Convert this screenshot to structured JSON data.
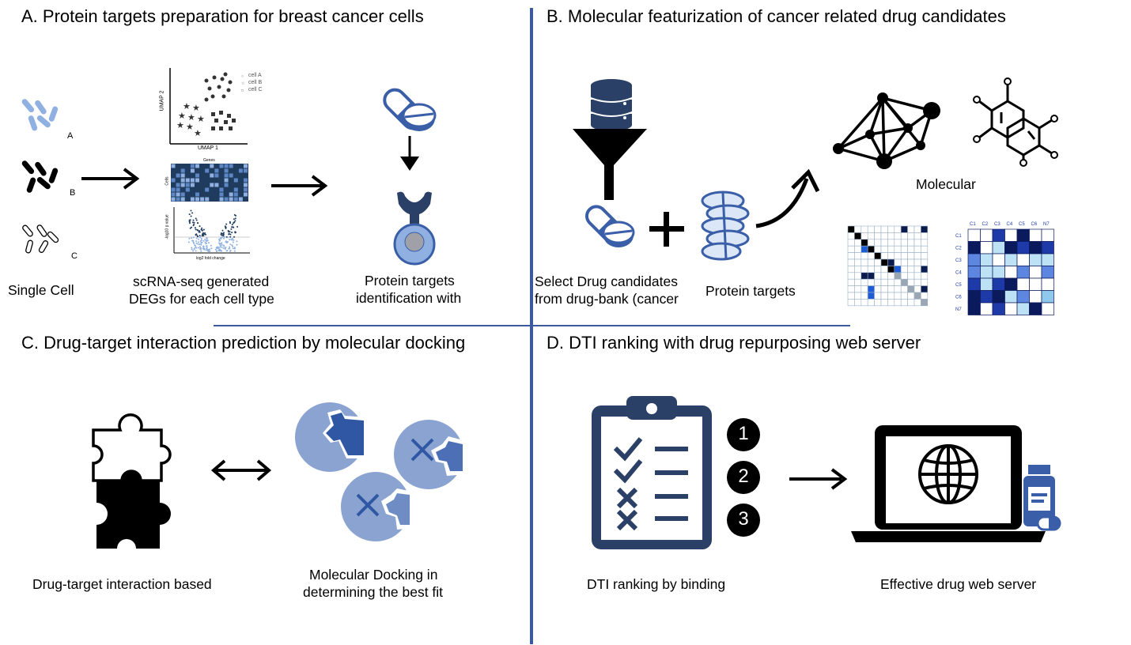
{
  "panels": {
    "a": {
      "title": "A. Protein targets preparation for breast cancer cells",
      "cell_labels": [
        "A",
        "B",
        "C"
      ],
      "single_cell": "Single Cell",
      "scrna_line1": "scRNA-seq generated",
      "scrna_line2": "DEGs for each cell type",
      "umap_x": "UMAP 1",
      "umap_y": "UMAP 2",
      "umap_legend": [
        "cell A",
        "cell B",
        "cell C"
      ],
      "heatmap_top": "Genes",
      "heatmap_side": "Cells",
      "volcano_x": "log2 fold change",
      "volcano_y": "-log10 p value",
      "protein_line1": "Protein targets",
      "protein_line2": "identification with"
    },
    "b": {
      "title": "B. Molecular featurization of cancer related drug candidates",
      "select_line1": "Select Drug candidates",
      "select_line2": "from drug-bank (cancer",
      "protein_targets": "Protein targets",
      "molecular": "Molecular",
      "matrix_labels": [
        "C1",
        "C2",
        "C3",
        "C4",
        "C5",
        "C6",
        "N7"
      ]
    },
    "c": {
      "title": "C. Drug-target interaction prediction by molecular docking",
      "dti_caption": "Drug-target interaction based",
      "docking_line1": "Molecular Docking in",
      "docking_line2": "determining the best fit"
    },
    "d": {
      "title": "D. DTI ranking with drug repurposing web server",
      "ranks": [
        "1",
        "2",
        "3"
      ],
      "ranking_caption": "DTI ranking by binding",
      "server_caption": "Effective drug web server"
    }
  },
  "colors": {
    "divider": "#3a5aa0",
    "navy": "#2b4066",
    "blue": "#3a5fa8",
    "light_blue": "#8fb0e0",
    "docking_blue": "#8aa3d1"
  }
}
